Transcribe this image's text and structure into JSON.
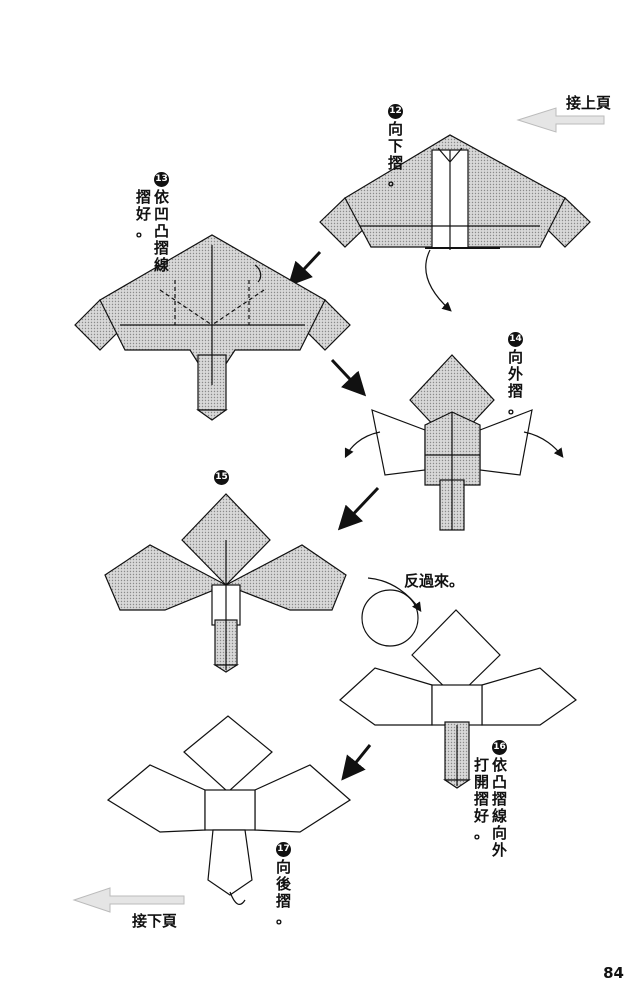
{
  "nav": {
    "next_top": "接上頁",
    "prev_bottom": "接下頁"
  },
  "steps": [
    {
      "num": "12",
      "text": [
        "向",
        "下",
        "摺",
        "。"
      ]
    },
    {
      "num": "13",
      "cols": [
        [
          "依",
          "凹",
          "凸",
          "摺",
          "線"
        ],
        [
          "摺",
          "好",
          "。"
        ]
      ]
    },
    {
      "num": "14",
      "text": [
        "向",
        "外",
        "摺",
        "。"
      ]
    },
    {
      "num": "15"
    },
    {
      "num": "16",
      "cols": [
        [
          "依",
          "凸",
          "摺",
          "線",
          "向",
          "外"
        ],
        [
          "打",
          "開",
          "摺",
          "好",
          "。"
        ]
      ]
    },
    {
      "num": "17",
      "text": [
        "向",
        "後",
        "摺",
        "。"
      ]
    }
  ],
  "flip_note": "反過來。",
  "page_number": "84"
}
